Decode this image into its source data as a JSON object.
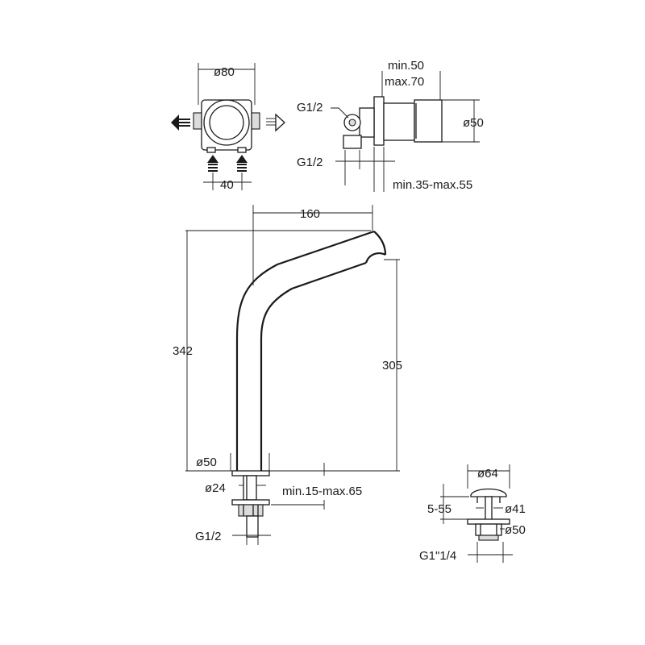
{
  "drawing": {
    "mixer_body": {
      "diameter": "ø80",
      "inlet_spacing": "40"
    },
    "side_view": {
      "depth_min": "min.50",
      "depth_max": "max.70",
      "thread_top": "G1/2",
      "thread_bottom": "G1/2",
      "knob_diameter": "ø50",
      "wall_range": "min.35-max.55"
    },
    "spout": {
      "reach": "160",
      "height": "342",
      "outlet_height": "305",
      "base_diameter": "ø50",
      "stem_diameter": "ø24",
      "deck_thickness": "min.15-max.65",
      "thread": "G1/2"
    },
    "drain": {
      "cap_diameter": "ø64",
      "gap_range": "5-55",
      "neck_diameter": "ø41",
      "flange_diameter": "ø50",
      "thread": "G1\"1/4"
    }
  }
}
